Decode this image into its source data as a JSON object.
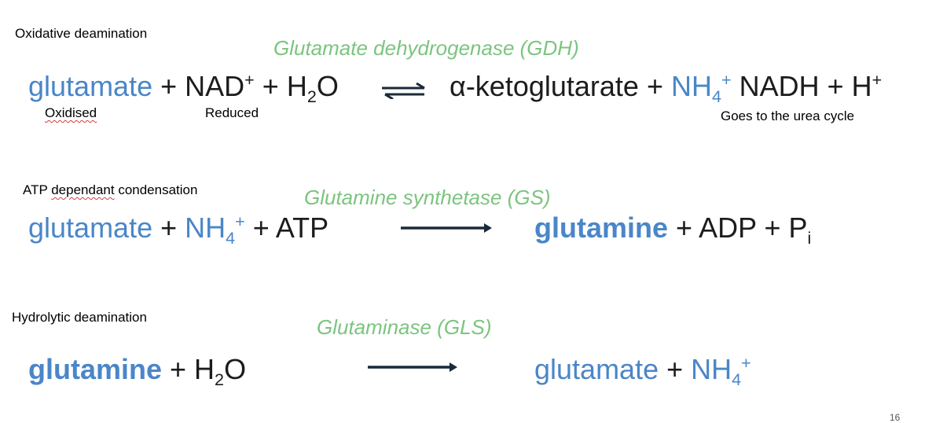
{
  "sections": {
    "oxidative": {
      "title": "Oxidative deamination",
      "enzyme": "Glutamate dehydrogenase (GDH)",
      "eq": {
        "glutamate": "glutamate",
        "plus1": " + ",
        "nad": "NAD",
        "nad_sup": "+",
        "plus2": " + ",
        "h": "H",
        "h_sub": "2",
        "o": "O",
        "akg": "α-ketoglutarate",
        "plus3": " + ",
        "nh": "NH",
        "nh_sub": "4",
        "nh_sup": "+",
        "nadh": " NADH",
        "plus4": " + ",
        "hplus": "H",
        "hplus_sup": "+"
      },
      "label_oxidised": "Oxidised",
      "label_reduced": "Reduced",
      "label_urea": "Goes to the urea cycle"
    },
    "atp": {
      "title_part1": "ATP ",
      "title_part2": "dependant",
      "title_part3": " condensation",
      "enzyme": "Glutamine synthetase (GS)",
      "eq": {
        "glutamate": "glutamate",
        "plus1": " + ",
        "nh": "NH",
        "nh_sub": "4",
        "nh_sup": "+",
        "plus2": " + ",
        "atp": "ATP",
        "glutamine": "glutamine",
        "plus3": " + ",
        "adp": "ADP",
        "plus4": " + ",
        "p": "P",
        "p_sub": "i"
      }
    },
    "hydrolytic": {
      "title": "Hydrolytic deamination",
      "enzyme": "Glutaminase (GLS)",
      "eq": {
        "glutamine": "glutamine",
        "plus1": " + ",
        "h": "H",
        "h_sub": "2",
        "o": "O",
        "glutamate": "glutamate",
        "plus2": " + ",
        "nh": "NH",
        "nh_sub": "4",
        "nh_sup": "+"
      }
    }
  },
  "page_number": "16",
  "colors": {
    "blue": "#4a86c8",
    "green": "#7cc47f",
    "dark_arrow": "#1a2a38"
  }
}
